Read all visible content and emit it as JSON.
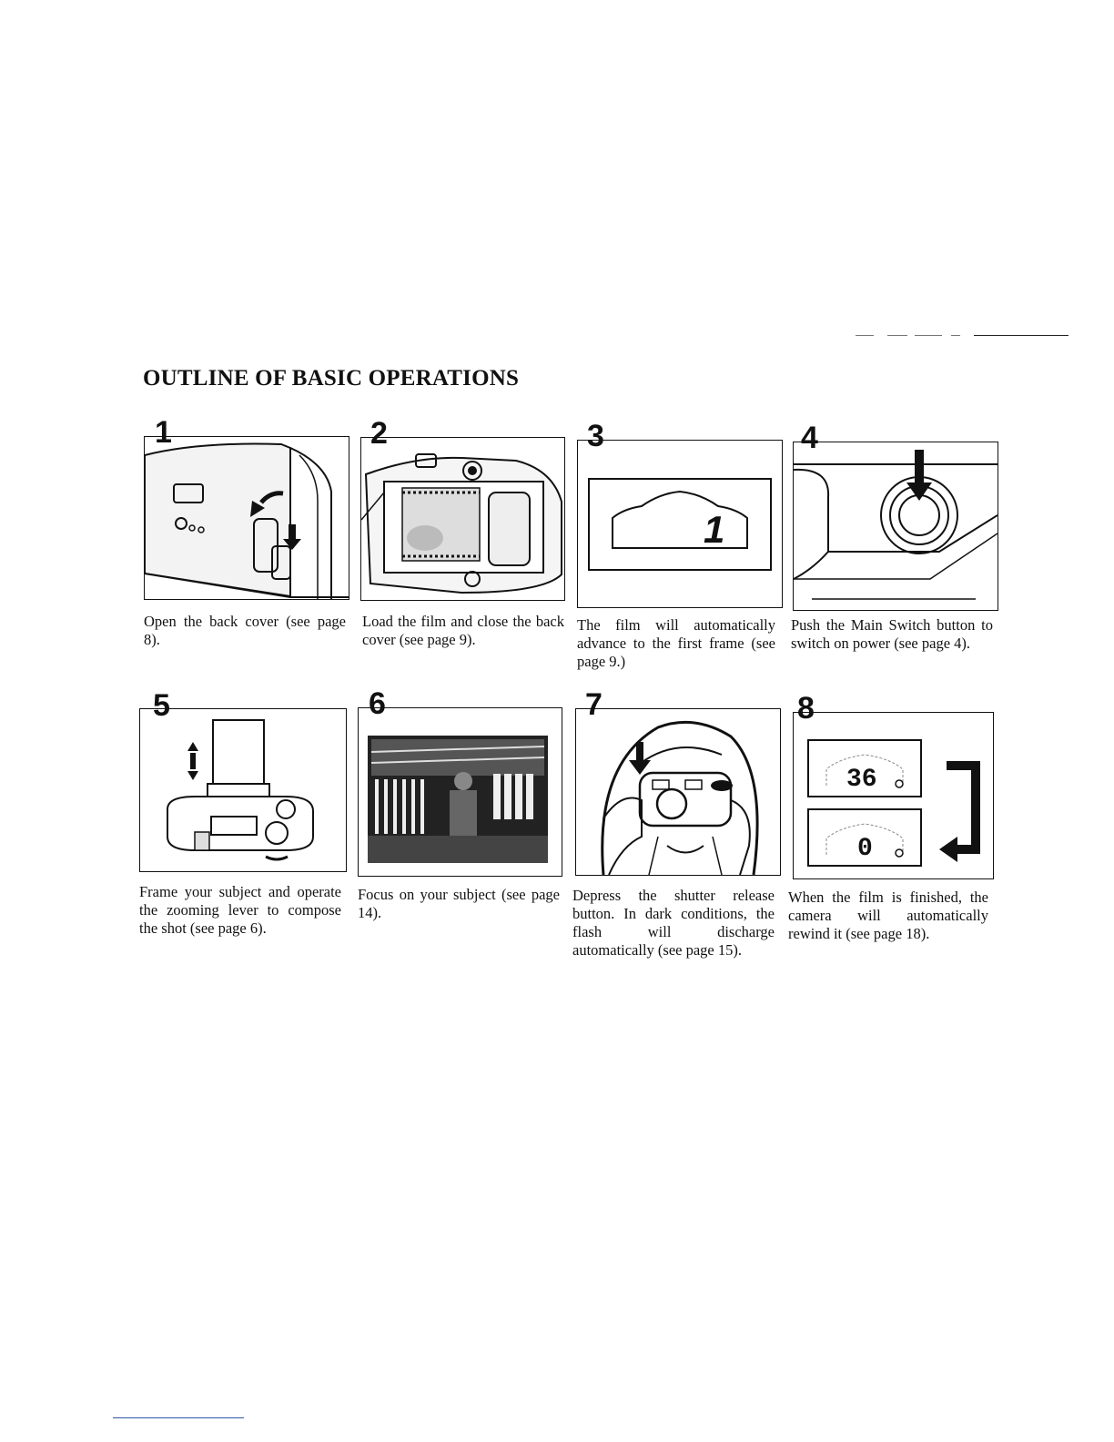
{
  "page": {
    "title": "OUTLINE OF BASIC OPERATIONS"
  },
  "steps": [
    {
      "number": "1",
      "caption": "Open the back cover (see page 8).",
      "illustration": "camera-back-cover-opening"
    },
    {
      "number": "2",
      "caption": "Load the film and close the back cover (see page 9).",
      "illustration": "film-loading-inside-camera"
    },
    {
      "number": "3",
      "caption": "The film will automatically advance to the first frame (see page 9.)",
      "illustration": "lcd-frame-counter",
      "display_value": "1"
    },
    {
      "number": "4",
      "caption": "Push the Main Switch button to switch on power (see page 4).",
      "illustration": "main-switch-button"
    },
    {
      "number": "5",
      "caption": "Frame your subject and operate the zooming lever to compose the shot (see page 6).",
      "illustration": "zoom-lens-top-view"
    },
    {
      "number": "6",
      "caption": "Focus on your subject (see page 14).",
      "illustration": "viewfinder-photo-scene"
    },
    {
      "number": "7",
      "caption": "Depress the shutter release button. In dark conditions, the flash will discharge automatically (see page 15).",
      "illustration": "person-taking-photo"
    },
    {
      "number": "8",
      "caption": "When the film is finished, the camera will automatically rewind it (see page 18).",
      "illustration": "lcd-rewind-counters",
      "display_values": [
        "36",
        "0"
      ]
    }
  ]
}
